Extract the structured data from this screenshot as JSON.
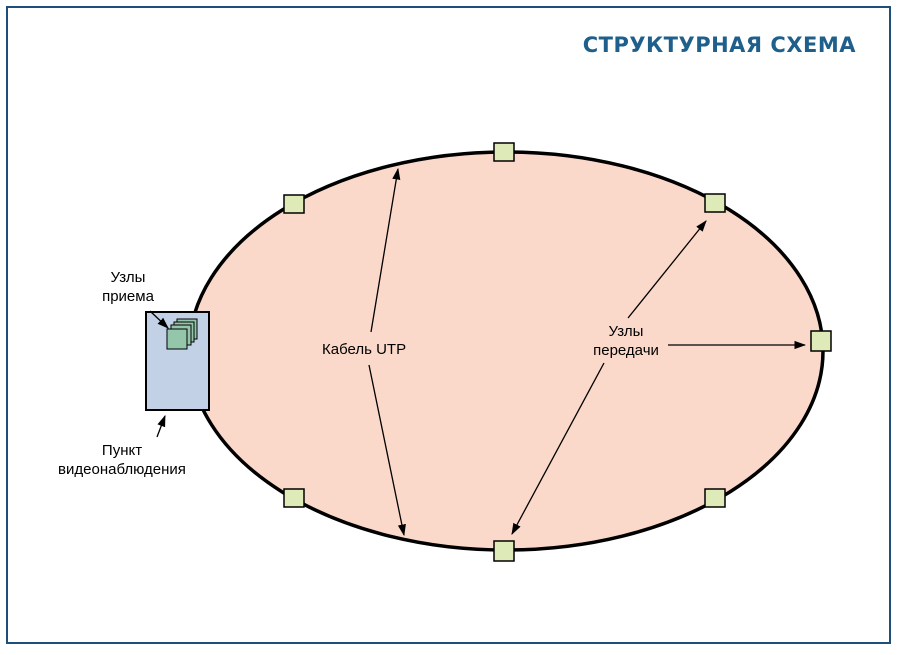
{
  "title": "СТРУКТУРНАЯ СХЕМА",
  "labels": {
    "receive_nodes_line1": "Узлы",
    "receive_nodes_line2": "приема",
    "cable": "Кабель UTP",
    "transmit_nodes_line1": "Узлы",
    "transmit_nodes_line2": "передачи",
    "post_line1": "Пункт",
    "post_line2": "видеонаблюдения"
  },
  "colors": {
    "ring_fill": "#fbd9ca",
    "node_fill": "#dfeab9",
    "post_fill": "#c3d1e6",
    "receiver_fill": "#93c6ab",
    "title": "#1f5f8b",
    "frame": "#1f4e79"
  }
}
